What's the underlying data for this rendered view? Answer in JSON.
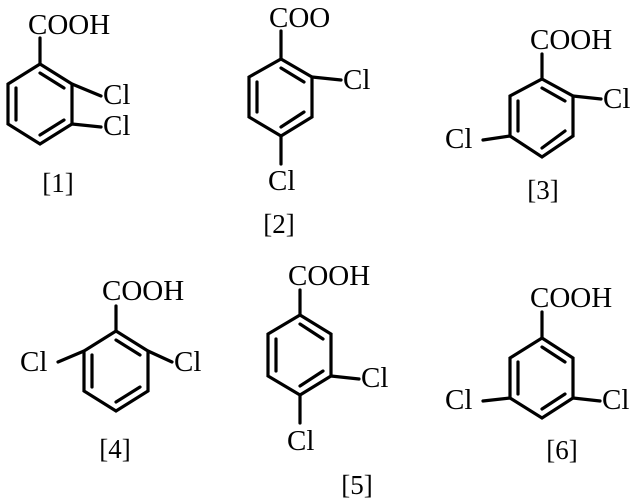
{
  "structures": [
    {
      "id": "1",
      "caption": "[1]",
      "group": "COOH",
      "substituents": [
        "Cl",
        "Cl"
      ]
    },
    {
      "id": "2",
      "caption": "[2]",
      "group": "COO",
      "substituents": [
        "Cl",
        "Cl"
      ]
    },
    {
      "id": "3",
      "caption": "[3]",
      "group": "COOH",
      "substituents": [
        "Cl",
        "Cl"
      ]
    },
    {
      "id": "4",
      "caption": "[4]",
      "group": "COOH",
      "substituents": [
        "Cl",
        "Cl"
      ]
    },
    {
      "id": "5",
      "caption": "[5]",
      "group": "COOH",
      "substituents": [
        "Cl",
        "Cl"
      ]
    },
    {
      "id": "6",
      "caption": "[6]",
      "group": "COOH",
      "substituents": [
        "Cl",
        "Cl"
      ]
    }
  ]
}
